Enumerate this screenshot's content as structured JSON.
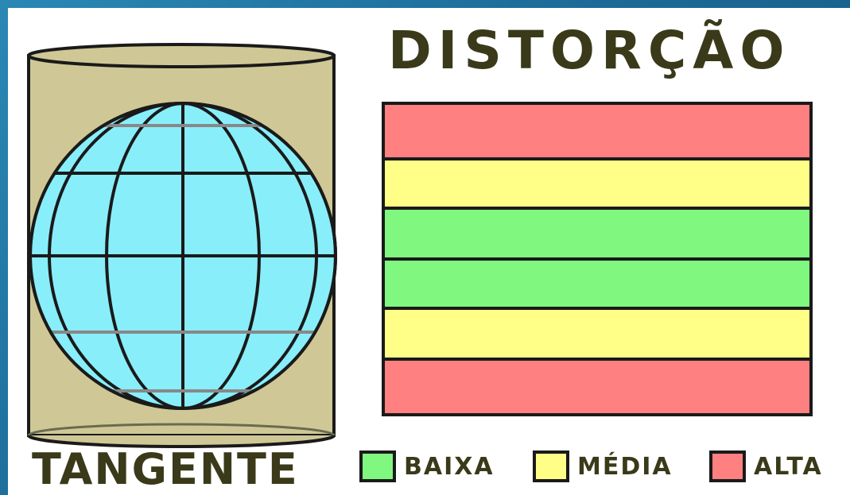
{
  "title": "DISTORÇÃO",
  "projection_label": "TANGENTE",
  "colors": {
    "cylinder": "#cfc896",
    "globe": "#88eefa",
    "baixa": "#80f880",
    "media": "#ffff88",
    "alta": "#ff8080",
    "outline": "#1a1a1a"
  },
  "bands": [
    "alta",
    "media",
    "baixa",
    "baixa",
    "media",
    "alta"
  ],
  "legend": [
    {
      "label": "BAIXA",
      "color": "#80f880"
    },
    {
      "label": "MÉDIA",
      "color": "#ffff88"
    },
    {
      "label": "ALTA",
      "color": "#ff8080"
    }
  ]
}
